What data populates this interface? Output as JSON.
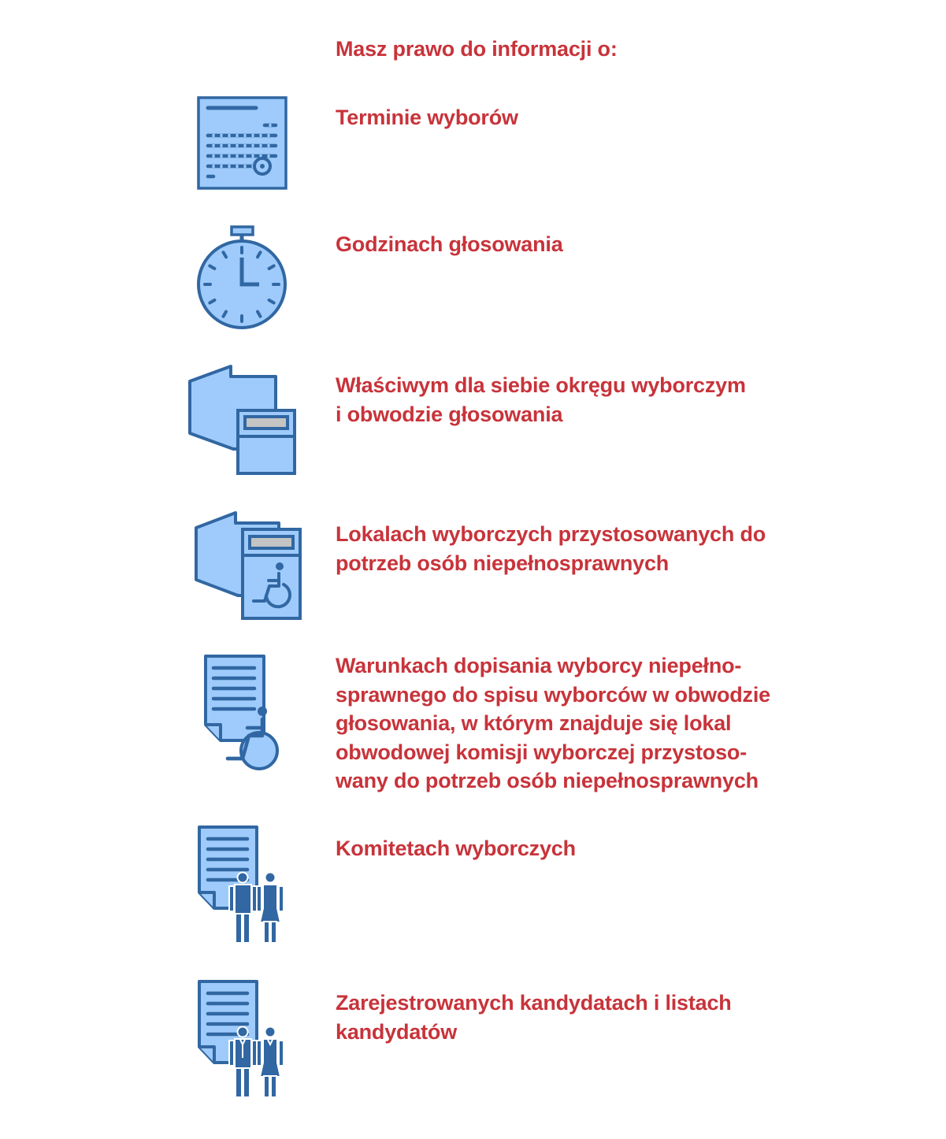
{
  "heading": "Masz prawo do informacji o:",
  "items": [
    {
      "icon": "calendar-icon",
      "text": "Terminie wyborów"
    },
    {
      "icon": "stopwatch-icon",
      "text": "Godzinach głosowania"
    },
    {
      "icon": "district-ballot-box-icon",
      "text": "Właściwym dla siebie okręgu wyborczym\ni obwodzie głosowania"
    },
    {
      "icon": "accessible-polling-station-icon",
      "text": "Lokalach wyborczych przystosowanych do\npotrzeb osób niepełnosprawnych"
    },
    {
      "icon": "document-wheelchair-icon",
      "text": "Warunkach dopisania wyborcy niepełno-\nsprawnego do spisu wyborców w obwodzie\ngłosowania, w którym znajduje się lokal\nobwodowej komisji wyborczej przystoso-\nwany do potrzeb osób niepełnosprawnych"
    },
    {
      "icon": "committee-document-people-icon",
      "text": "Komitetach wyborczych"
    },
    {
      "icon": "candidates-document-people-icon",
      "text": "Zarejestrowanych kandydatach i listach\nkandydatów"
    }
  ],
  "colors": {
    "accent_red": "#c8333a",
    "icon_fill": "#9ecbfb",
    "icon_stroke": "#3167a2",
    "slot_gray": "#c4c4c4"
  }
}
